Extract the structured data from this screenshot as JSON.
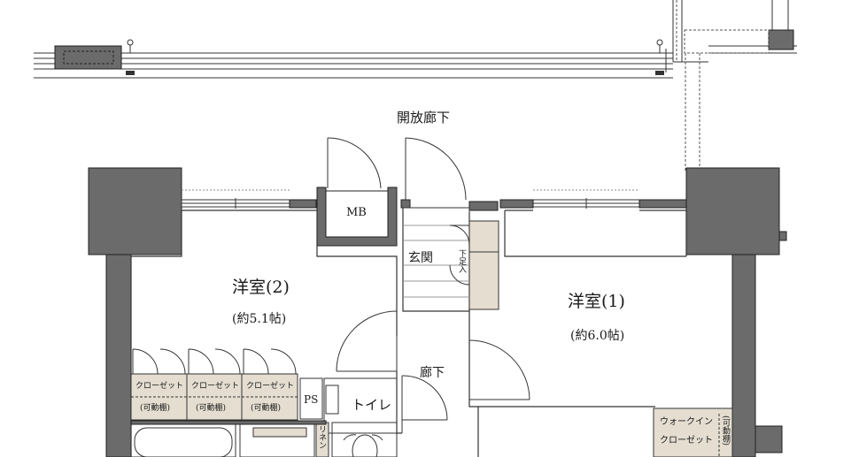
{
  "rooms": {
    "open_corridor": "開放廊下",
    "western_room_2": "洋室(2)",
    "western_room_2_area": "(約5.1帖)",
    "western_room_1": "洋室(1)",
    "western_room_1_area": "(約6.0帖)",
    "entrance": "玄関",
    "shoe_area": "下足入",
    "hallway": "廊下",
    "toilet": "トイレ",
    "meter_box": "MB",
    "pipe_space": "PS",
    "linen": "リネン"
  },
  "closets": {
    "label": "クローゼット",
    "shelf": "(可動棚)",
    "walk_in_line1": "ウォークイン",
    "walk_in_line2": "クローゼット",
    "walk_in_shelf": "(可動棚)"
  },
  "colors": {
    "wall": "#6b6b6b",
    "storage": "#e4ddd0",
    "line": "#333333"
  }
}
